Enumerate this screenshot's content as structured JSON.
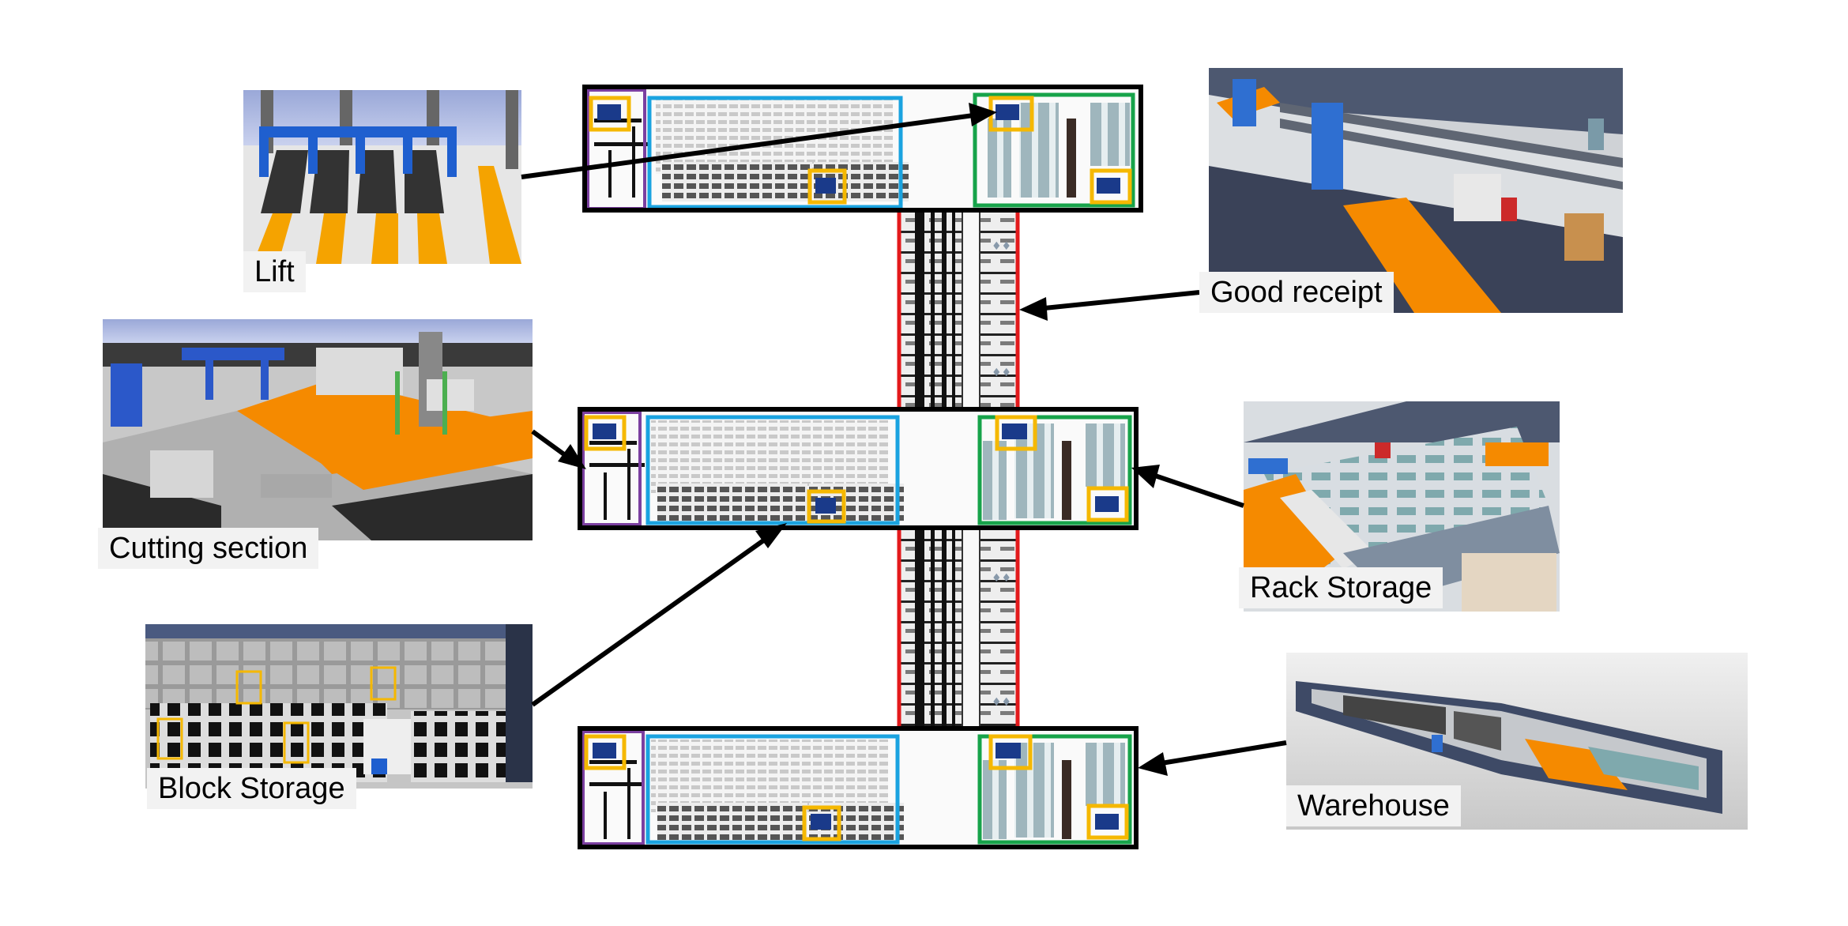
{
  "callouts": {
    "lift": "Lift",
    "good_receipt": "Good receipt",
    "cutting_section": "Cutting section",
    "rack_storage": "Rack Storage",
    "block_storage": "Block Storage",
    "warehouse": "Warehouse"
  },
  "zone_colors": {
    "lift": "#f5b800",
    "rack_storage": "#1aa3e0",
    "block_storage": "#17a34a",
    "cutting_section": "#7b3fa0",
    "good_receipt": "#e31a1c",
    "floor_frame": "#000000"
  },
  "floors": 3,
  "thumbnails": [
    "lift-3d-view",
    "cutting-section-3d-view",
    "block-storage-3d-view",
    "good-receipt-3d-view",
    "rack-storage-3d-view",
    "warehouse-3d-view"
  ]
}
